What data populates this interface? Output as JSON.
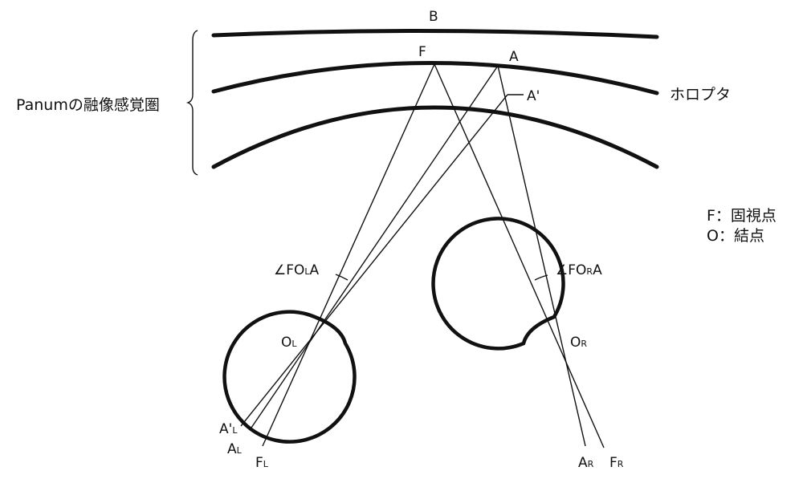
{
  "labels": {
    "B": "B",
    "F": "F",
    "A": "A",
    "A_prime": "A'",
    "panum": "Panumの融像感覚圏",
    "horopter": "ホロプタ",
    "legend_f": "F：固視点",
    "legend_o": "O：結点",
    "angle_left_prefix": "∠FO",
    "angle_left_sub": "L",
    "angle_left_suffix": "A",
    "angle_right_prefix": "∠FO",
    "angle_right_sub": "R",
    "angle_right_suffix": "A",
    "OL": "O",
    "OL_sub": "L",
    "OR": "O",
    "OR_sub": "R",
    "AprimeL": "A'",
    "AprimeL_sub": "L",
    "AL": "A",
    "AL_sub": "L",
    "FL": "F",
    "FL_sub": "L",
    "AR": "A",
    "AR_sub": "R",
    "FR": "F",
    "FR_sub": "R"
  },
  "colors": {
    "line": "#111111",
    "background": "#ffffff"
  }
}
